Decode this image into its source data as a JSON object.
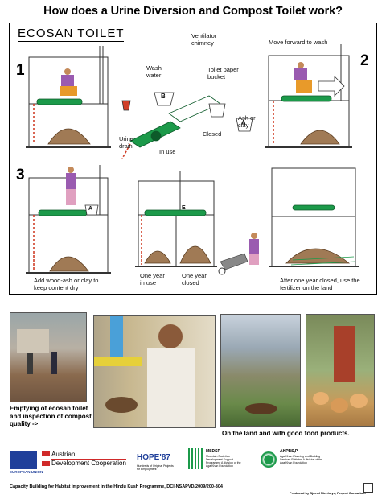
{
  "title": "How does a Urine Diversion and Compost Toilet work?",
  "panel": {
    "heading": "ECOSAN  TOILET",
    "step_numbers": [
      "1",
      "2",
      "3"
    ],
    "labels": {
      "ventilator": "Ventilator chimney",
      "wash_water": "Wash water",
      "toilet_paper": "Toilet paper bucket",
      "move_forward": "Move forward to wash",
      "ash_clay": "Ash or clay",
      "urine_drain": "Urine drain",
      "in_use_top": "In use",
      "closed_top": "Closed",
      "add_wood_ash": "Add wood-ash or clay to keep content dry",
      "one_year_in_use": "One year in use",
      "one_year_closed": "One year closed",
      "after_one_year": "After one year closed, use the fertilizer on the land"
    },
    "bucket_letters": {
      "a": "A",
      "b": "B",
      "e": "E"
    }
  },
  "captions": {
    "emptying": "Emptying of ecosan toilet and inspection of compost quality ->",
    "land": "On the land and with good food products."
  },
  "logos": {
    "eu": "EUROPEAN UNION",
    "austrian": "Austrian",
    "adc": "Development Cooperation",
    "hope": "HOPE'87",
    "hope_sub": "Hundreds of Original Projects for Employment",
    "msdsp": "MSDSP",
    "msdsp_sub": "Mountain Societies Development Support Programme A division of the Aga Khan Foundation",
    "akpbs": "AKPBS,P",
    "akpbs_sub": "Aga Khan Planning and Building Services Pakistan A division of the Aga Khan Foundation"
  },
  "footer": {
    "left": "Capacity Building for Habitat Improvement in the Hindu Kush Programme,  DCI-NSAPVD/2009/200-804",
    "right": "Produced by Sjoerd Nienhuys, Project Consultant"
  },
  "colors": {
    "green": "#1c9a4a",
    "red": "#d0402a",
    "blue": "#2c6db8",
    "purple": "#9a5bb0",
    "orange": "#e89a2a"
  }
}
